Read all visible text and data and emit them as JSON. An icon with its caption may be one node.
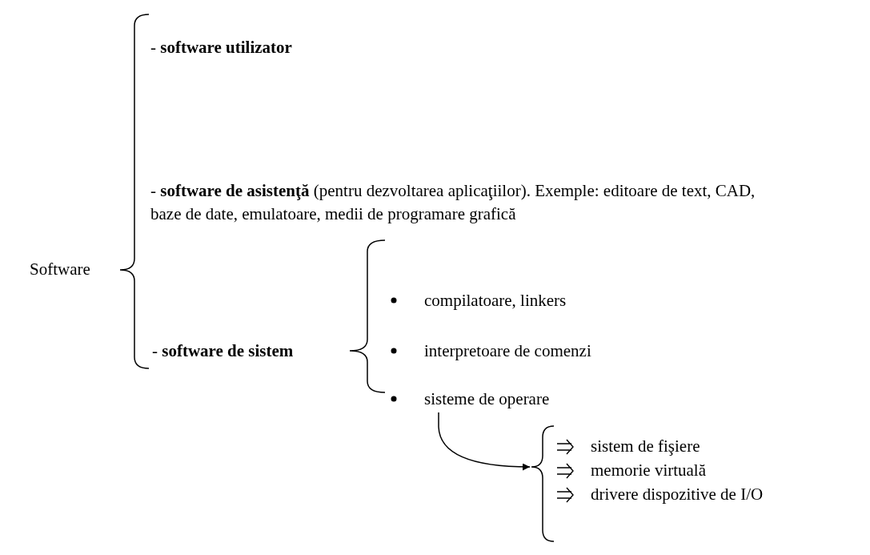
{
  "diagram": {
    "nodes": [
      {
        "text": [
          "sisteme de operare"
        ]
      },
      {
        "text": [
          "sistem de fişiere",
          "memorie virtuală",
          "drivere dispozitive de I/O"
        ]
      }
    ],
    "edges": [
      {
        "from": 0,
        "to": 1,
        "arrow": "to"
      }
    ],
    "labels": [
      "- **software utilizator**",
      "- **software de asistenţă** (pentru dezvoltarea aplicaţiilor). Exemple: editoare de text, CAD, baze de date, emulatoare, medii de programare grafică",
      "Software",
      "compilatoare, linkers",
      "- **software de sistem**",
      "interpretoare de comenzi"
    ]
  }
}
